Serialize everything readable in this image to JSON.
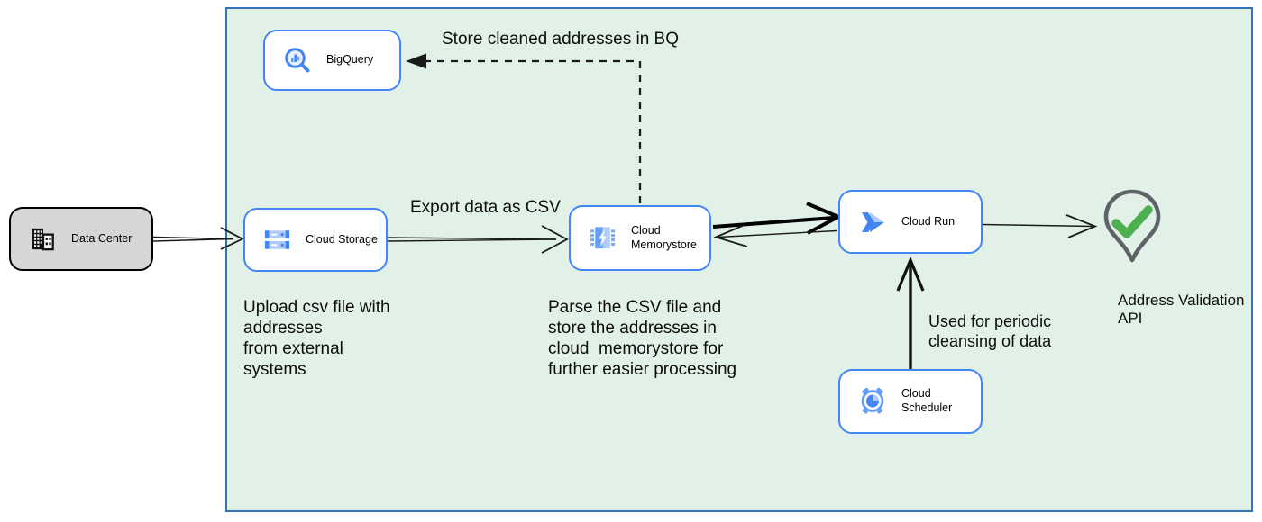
{
  "nodes": {
    "data_center": {
      "label": "Data Center",
      "icon": "building-icon"
    },
    "bigquery": {
      "label": "BigQuery",
      "icon": "bigquery-magnifier-icon"
    },
    "cloud_storage": {
      "label": "Cloud Storage",
      "icon": "storage-buckets-icon"
    },
    "cloud_memorystore": {
      "label": "Cloud Memorystore",
      "icon": "memory-chip-bolt-icon"
    },
    "cloud_run": {
      "label": "Cloud Run",
      "icon": "run-chevrons-icon"
    },
    "cloud_scheduler": {
      "label": "Cloud Scheduler",
      "icon": "alarm-clock-icon"
    },
    "address_validation": {
      "label": "Address Validation API",
      "icon": "map-pin-check-icon"
    }
  },
  "annotations": {
    "store_cleaned": "Store cleaned addresses in BQ",
    "export_csv": "Export data as CSV",
    "upload_note": "Upload csv file with\naddresses\nfrom external\nsystems",
    "parse_note": "Parse the CSV file and\nstore the addresses in\ncloud  memorystore for\nfurther easier processing",
    "scheduler_note": "Used for periodic\ncleansing of data"
  },
  "colors": {
    "node_border_blue": "#4285f4",
    "boundary_fill_green": "#e2f1e8",
    "boundary_border_blue": "#3274b5",
    "data_center_fill_gray": "#d6d6d6",
    "icon_blue_dark": "#4285f4",
    "icon_blue_mid": "#669df6",
    "icon_blue_light": "#aecbfa",
    "pin_outline_gray": "#5f6368",
    "check_green": "#4caf50",
    "connector_black": "#1a1a1a"
  }
}
